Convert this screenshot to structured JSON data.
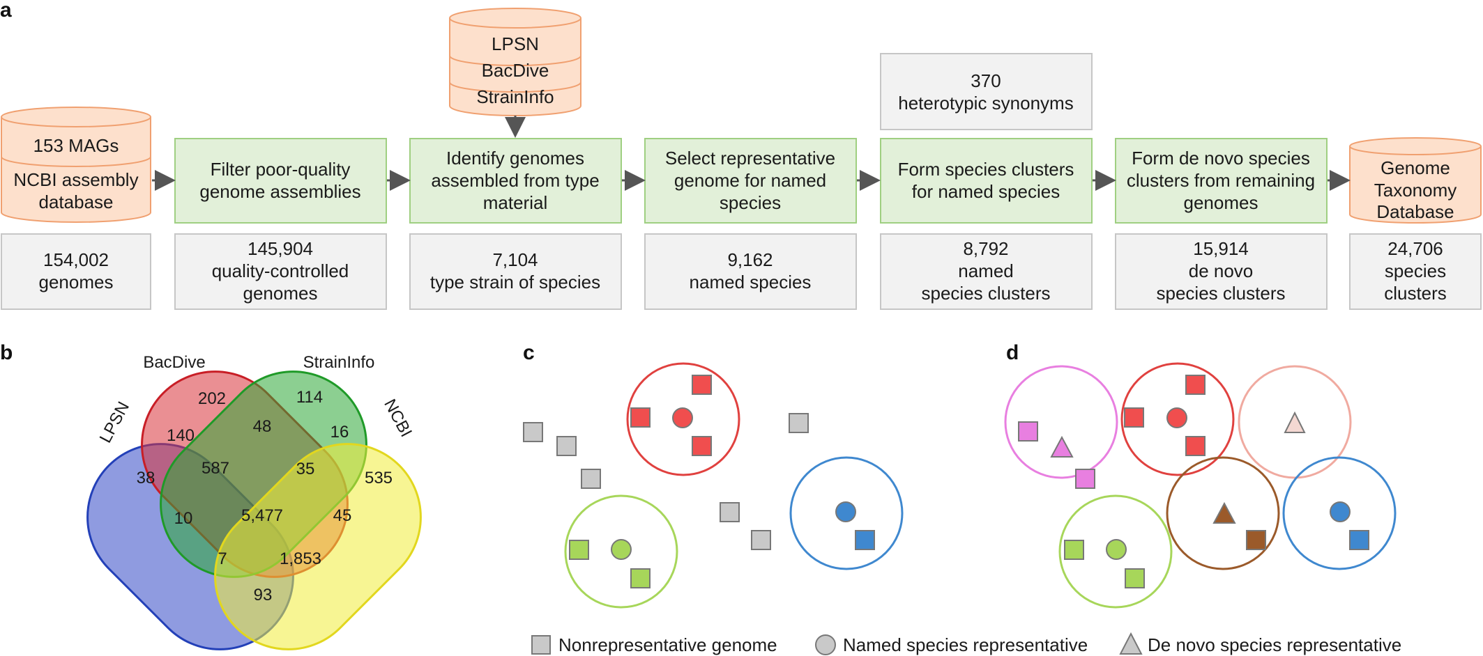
{
  "panel_labels": {
    "a": "a",
    "b": "b",
    "c": "c",
    "d": "d"
  },
  "panel_a": {
    "db_top": [
      "LPSN",
      "BacDive",
      "StrainInfo"
    ],
    "db_left": [
      "153 MAGs",
      "NCBI assembly",
      "database"
    ],
    "db_right": [
      "Genome",
      "Taxonomy",
      "Database"
    ],
    "synonyms_box": [
      "370",
      "heterotypic synonyms"
    ],
    "steps": [
      [
        "Filter poor-quality",
        "genome assemblies"
      ],
      [
        "Identify genomes",
        "assembled from type",
        "material"
      ],
      [
        "Select representative",
        "genome for named",
        "species"
      ],
      [
        "Form species clusters",
        "for named species"
      ],
      [
        "Form de novo species",
        "clusters from remaining",
        "genomes"
      ]
    ],
    "counts": [
      [
        "154,002",
        "genomes"
      ],
      [
        "145,904",
        "quality-controlled",
        "genomes"
      ],
      [
        "7,104",
        "type strain of species"
      ],
      [
        "9,162",
        "named species"
      ],
      [
        "8,792",
        "named",
        "species clusters"
      ],
      [
        "15,914",
        "de novo",
        "species clusters"
      ],
      [
        "24,706",
        "species",
        "clusters"
      ]
    ]
  },
  "panel_b": {
    "sets": [
      "LPSN",
      "BacDive",
      "StrainInfo",
      "NCBI"
    ],
    "colors": {
      "LPSN": "#2f4fc4",
      "BacDive": "#d8333a",
      "StrainInfo": "#2ea836",
      "NCBI": "#ece73a"
    },
    "regions": [
      {
        "sets": "LPSN only",
        "value": "38"
      },
      {
        "sets": "BacDive only",
        "value": "202"
      },
      {
        "sets": "StrainInfo only",
        "value": "114"
      },
      {
        "sets": "NCBI only",
        "value": "535"
      },
      {
        "sets": "LPSN+BacDive",
        "value": "140"
      },
      {
        "sets": "BacDive+StrainInfo",
        "value": "48"
      },
      {
        "sets": "StrainInfo+NCBI",
        "value": "16"
      },
      {
        "sets": "LPSN+BacDive+StrainInfo",
        "value": "587"
      },
      {
        "sets": "BacDive+StrainInfo+NCBI",
        "value": "35"
      },
      {
        "sets": "LPSN+StrainInfo",
        "value": "10"
      },
      {
        "sets": "All four",
        "value": "5,477"
      },
      {
        "sets": "BacDive+NCBI",
        "value": "45"
      },
      {
        "sets": "LPSN+StrainInfo+NCBI",
        "value": "7"
      },
      {
        "sets": "LPSN+BacDive+NCBI",
        "value": "1,853"
      },
      {
        "sets": "LPSN+NCBI",
        "value": "93"
      }
    ]
  },
  "legend": {
    "square": "Nonrepresentative genome",
    "circle": "Named species representative",
    "triangle": "De novo species representative"
  },
  "colors": {
    "red": "#f04e4e",
    "green": "#a7d65a",
    "blue": "#3f88cf",
    "gray": "#c9c9c9",
    "pink": "#e87fe0",
    "brown": "#9b5a2a",
    "peach": "#f4d8d2",
    "db_fill": "#fde0cc",
    "db_stroke": "#f0a070",
    "step_fill": "#e2f0d9",
    "step_stroke": "#9fcf81",
    "count_fill": "#f2f2f2",
    "count_stroke": "#c6c6c6"
  }
}
